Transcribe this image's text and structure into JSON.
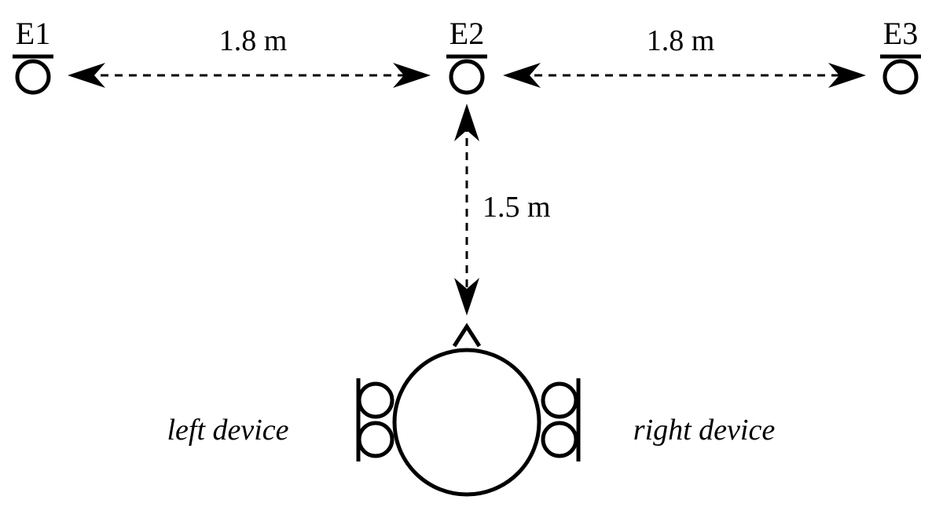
{
  "speakers": [
    {
      "label": "E1"
    },
    {
      "label": "E2"
    },
    {
      "label": "E3"
    }
  ],
  "distances": {
    "e1_e2": "1.8 m",
    "e2_e3": "1.8 m",
    "e2_listener": "1.5 m"
  },
  "devices": {
    "left": "left device",
    "right": "right device"
  }
}
